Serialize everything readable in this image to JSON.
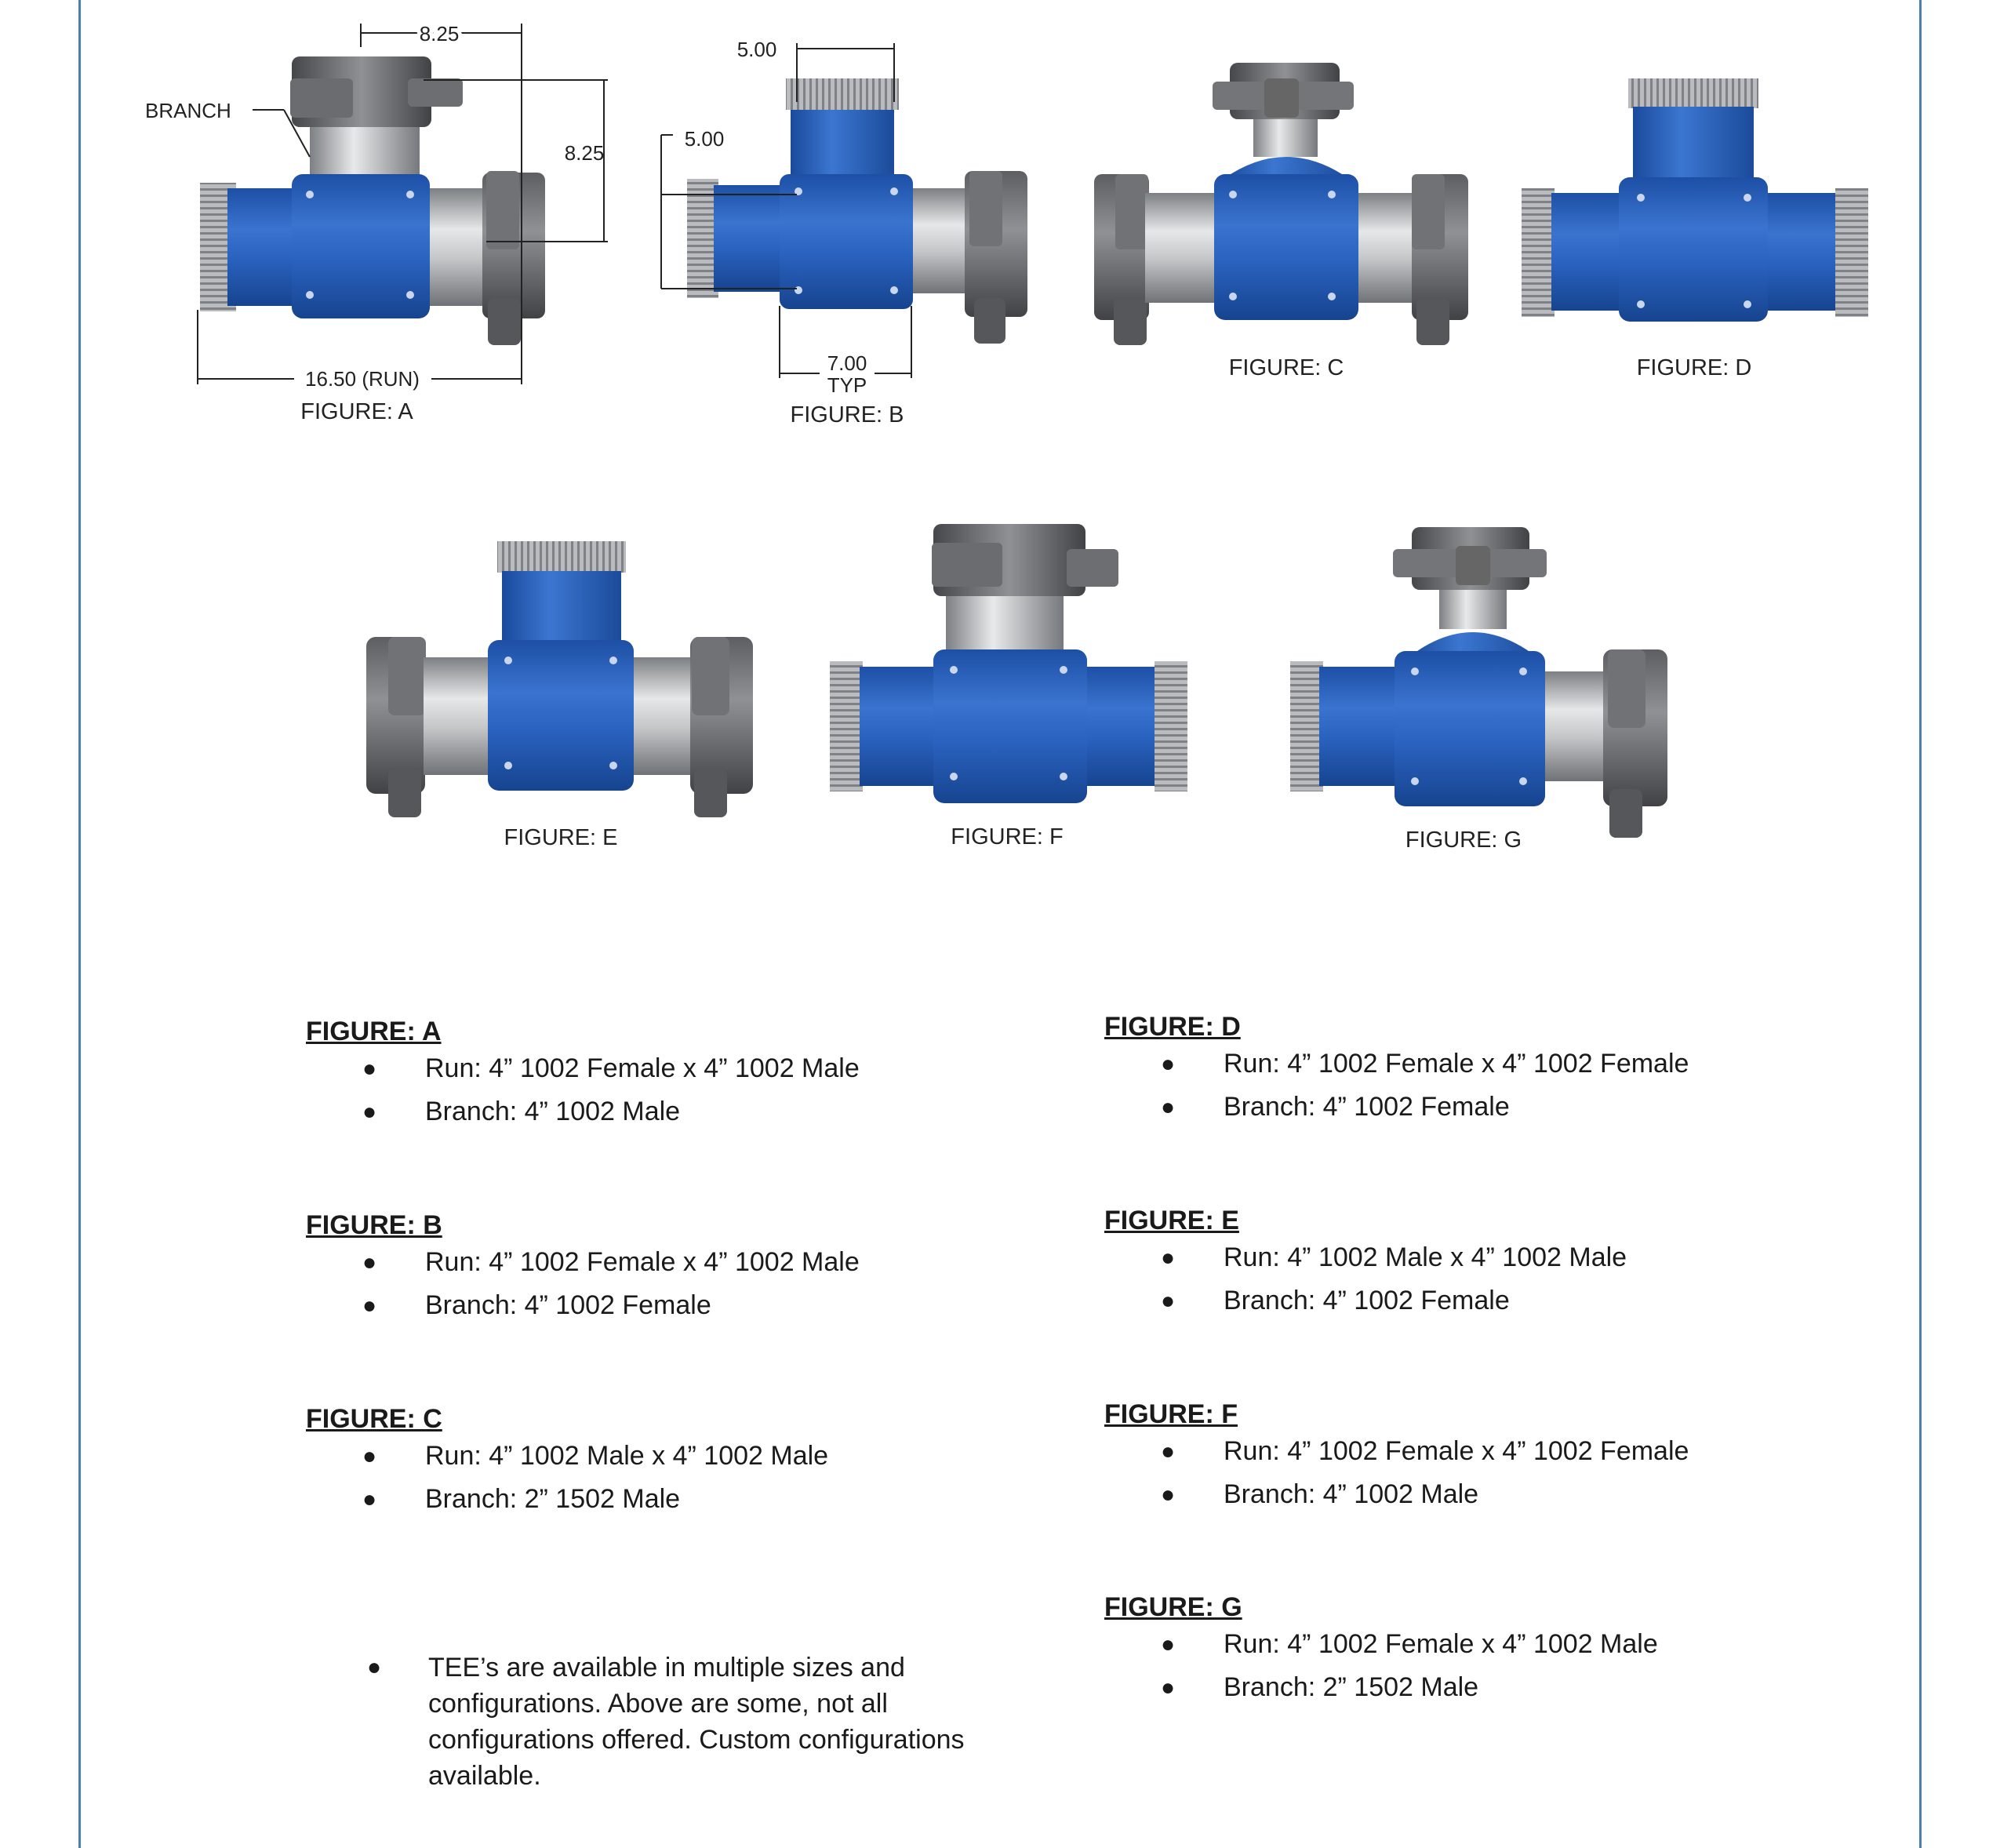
{
  "drawings": {
    "figure_labels": [
      "FIGURE: A",
      "FIGURE: B",
      "FIGURE: C",
      "FIGURE: D",
      "FIGURE: E",
      "FIGURE: F",
      "FIGURE: G"
    ],
    "figure_a_dimensions": {
      "branch_label": "BRANCH",
      "top_width": "8.25",
      "branch_height": "8.25",
      "run_length": "16.50 (RUN)"
    },
    "figure_b_dimensions": {
      "top_width": "5.00",
      "side_height": "5.00",
      "body_width": "7.00",
      "body_width_note": "TYP"
    },
    "colors": {
      "body_blue": "#2f63b8",
      "steel_gray": "#8a8d91",
      "dark_nut": "#4b4d50"
    }
  },
  "specs": [
    {
      "title": "FIGURE: A",
      "items": [
        "Run: 4” 1002 Female x 4” 1002 Male",
        "Branch: 4” 1002 Male"
      ]
    },
    {
      "title": "FIGURE: B",
      "items": [
        "Run: 4” 1002 Female x 4” 1002 Male",
        "Branch: 4” 1002 Female"
      ]
    },
    {
      "title": "FIGURE: C",
      "items": [
        "Run: 4” 1002 Male x 4” 1002 Male",
        "Branch: 2” 1502 Male"
      ]
    },
    {
      "title": "FIGURE: D",
      "items": [
        "Run: 4” 1002 Female x 4” 1002 Female",
        "Branch: 4” 1002 Female"
      ]
    },
    {
      "title": "FIGURE: E",
      "items": [
        "Run: 4” 1002 Male x 4” 1002 Male",
        "Branch: 4” 1002 Female"
      ]
    },
    {
      "title": "FIGURE: F",
      "items": [
        "Run: 4” 1002 Female x 4” 1002 Female",
        "Branch: 4” 1002 Male"
      ]
    },
    {
      "title": "FIGURE: G",
      "items": [
        "Run: 4” 1002 Female x 4” 1002 Male",
        "Branch: 2” 1502 Male"
      ]
    }
  ],
  "note": "TEE’s are available in multiple sizes and configurations. Above are some, not all configurations offered. Custom configurations available.",
  "bullet_char": "●"
}
